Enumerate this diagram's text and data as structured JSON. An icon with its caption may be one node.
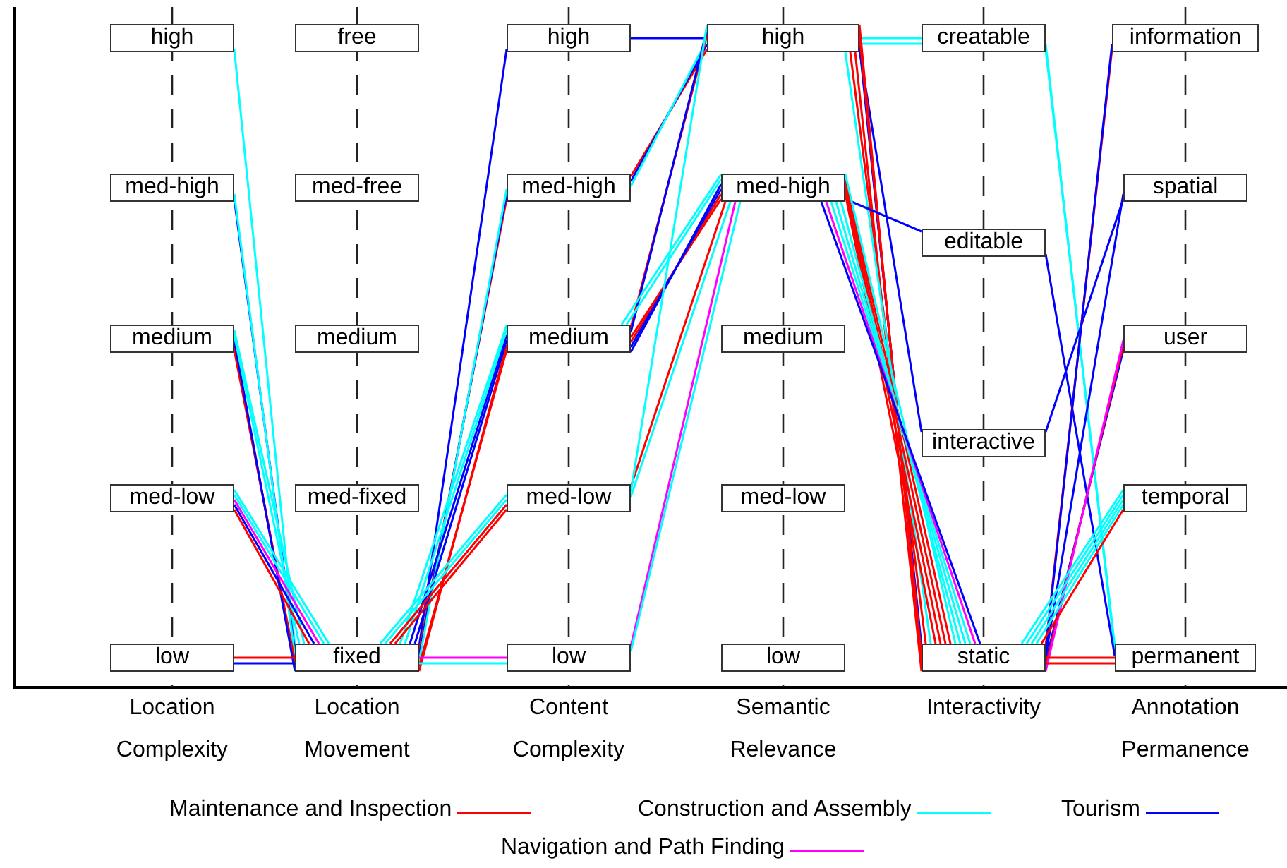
{
  "diagram": {
    "nodes": [
      {
        "text": [
          "high"
        ]
      },
      {
        "text": [
          "med-high"
        ]
      },
      {
        "text": [
          "medium"
        ]
      },
      {
        "text": [
          "med-low"
        ]
      },
      {
        "text": [
          "low"
        ]
      },
      {
        "text": [
          "free"
        ]
      },
      {
        "text": [
          "med-free"
        ]
      },
      {
        "text": [
          "medium"
        ]
      },
      {
        "text": [
          "med-fixed"
        ]
      },
      {
        "text": [
          "fixed"
        ]
      },
      {
        "text": [
          "high"
        ]
      },
      {
        "text": [
          "med-high"
        ]
      },
      {
        "text": [
          "medium"
        ]
      },
      {
        "text": [
          "med-low"
        ]
      },
      {
        "text": [
          "low"
        ]
      },
      {
        "text": [
          "high"
        ]
      },
      {
        "text": [
          "med-high"
        ]
      },
      {
        "text": [
          "medium"
        ]
      },
      {
        "text": [
          "med-low"
        ]
      },
      {
        "text": [
          "low"
        ]
      },
      {
        "text": [
          "creatable"
        ]
      },
      {
        "text": [
          "editable"
        ]
      },
      {
        "text": [
          "interactive"
        ]
      },
      {
        "text": [
          "static"
        ]
      },
      {
        "text": [
          "information"
        ]
      },
      {
        "text": [
          "spatial"
        ]
      },
      {
        "text": [
          "user"
        ]
      },
      {
        "text": [
          "temporal"
        ]
      },
      {
        "text": [
          "permanent"
        ]
      }
    ],
    "edges": [
      {
        "from": 0,
        "to": 9,
        "arrow": "none",
        "color": "#00ffff"
      },
      {
        "from": 1,
        "to": 9,
        "arrow": "none",
        "color": "#0000ff"
      },
      {
        "from": 1,
        "to": 9,
        "arrow": "none",
        "color": "#00ffff"
      },
      {
        "from": 2,
        "to": 9,
        "arrow": "none",
        "color": "#ff0000"
      },
      {
        "from": 2,
        "to": 9,
        "arrow": "none",
        "color": "#ff0000"
      },
      {
        "from": 2,
        "to": 9,
        "arrow": "none",
        "color": "#0000ff"
      },
      {
        "from": 2,
        "to": 9,
        "arrow": "none",
        "color": "#00ffff"
      },
      {
        "from": 2,
        "to": 9,
        "arrow": "none",
        "color": "#00ffff"
      },
      {
        "from": 3,
        "to": 9,
        "arrow": "none",
        "color": "#ff0000"
      },
      {
        "from": 3,
        "to": 9,
        "arrow": "none",
        "color": "#0000ff"
      },
      {
        "from": 3,
        "to": 9,
        "arrow": "none",
        "color": "#ff00ff"
      },
      {
        "from": 3,
        "to": 9,
        "arrow": "none",
        "color": "#00ffff"
      },
      {
        "from": 3,
        "to": 9,
        "arrow": "none",
        "color": "#00ffff"
      },
      {
        "from": 4,
        "to": 9,
        "arrow": "none",
        "color": "#ff0000"
      },
      {
        "from": 4,
        "to": 9,
        "arrow": "none",
        "color": "#0000ff"
      },
      {
        "from": 9,
        "to": 10,
        "arrow": "none",
        "color": "#0000ff"
      },
      {
        "from": 9,
        "to": 11,
        "arrow": "none",
        "color": "#ff0000"
      },
      {
        "from": 9,
        "to": 11,
        "arrow": "none",
        "color": "#0000ff"
      },
      {
        "from": 9,
        "to": 11,
        "arrow": "none",
        "color": "#00ffff"
      },
      {
        "from": 9,
        "to": 12,
        "arrow": "none",
        "color": "#ff0000"
      },
      {
        "from": 9,
        "to": 12,
        "arrow": "none",
        "color": "#ff0000"
      },
      {
        "from": 9,
        "to": 12,
        "arrow": "none",
        "color": "#0000ff"
      },
      {
        "from": 9,
        "to": 12,
        "arrow": "none",
        "color": "#0000ff"
      },
      {
        "from": 9,
        "to": 12,
        "arrow": "none",
        "color": "#00ffff"
      },
      {
        "from": 9,
        "to": 12,
        "arrow": "none",
        "color": "#00ffff"
      },
      {
        "from": 9,
        "to": 13,
        "arrow": "none",
        "color": "#ff0000"
      },
      {
        "from": 9,
        "to": 13,
        "arrow": "none",
        "color": "#ff0000"
      },
      {
        "from": 9,
        "to": 13,
        "arrow": "none",
        "color": "#00ffff"
      },
      {
        "from": 9,
        "to": 13,
        "arrow": "none",
        "color": "#00ffff"
      },
      {
        "from": 9,
        "to": 14,
        "arrow": "none",
        "color": "#ff00ff"
      },
      {
        "from": 9,
        "to": 14,
        "arrow": "none",
        "color": "#00ffff"
      },
      {
        "from": 10,
        "to": 15,
        "arrow": "none",
        "color": "#0000ff"
      },
      {
        "from": 11,
        "to": 15,
        "arrow": "none",
        "color": "#ff0000"
      },
      {
        "from": 11,
        "to": 15,
        "arrow": "none",
        "color": "#0000ff"
      },
      {
        "from": 11,
        "to": 15,
        "arrow": "none",
        "color": "#00ffff"
      },
      {
        "from": 12,
        "to": 15,
        "arrow": "none",
        "color": "#ff0000"
      },
      {
        "from": 12,
        "to": 15,
        "arrow": "none",
        "color": "#0000ff"
      },
      {
        "from": 12,
        "to": 16,
        "arrow": "none",
        "color": "#ff0000"
      },
      {
        "from": 12,
        "to": 16,
        "arrow": "none",
        "color": "#ff0000"
      },
      {
        "from": 12,
        "to": 16,
        "arrow": "none",
        "color": "#0000ff"
      },
      {
        "from": 12,
        "to": 16,
        "arrow": "none",
        "color": "#0000ff"
      },
      {
        "from": 12,
        "to": 16,
        "arrow": "none",
        "color": "#00ffff"
      },
      {
        "from": 12,
        "to": 16,
        "arrow": "none",
        "color": "#00ffff"
      },
      {
        "from": 13,
        "to": 16,
        "arrow": "none",
        "color": "#ff0000"
      },
      {
        "from": 13,
        "to": 15,
        "arrow": "none",
        "color": "#00ffff"
      },
      {
        "from": 13,
        "to": 16,
        "arrow": "none",
        "color": "#00ffff"
      },
      {
        "from": 14,
        "to": 16,
        "arrow": "none",
        "color": "#ff00ff"
      },
      {
        "from": 14,
        "to": 16,
        "arrow": "none",
        "color": "#00ffff"
      },
      {
        "from": 15,
        "to": 20,
        "arrow": "none",
        "color": "#00ffff"
      },
      {
        "from": 15,
        "to": 20,
        "arrow": "none",
        "color": "#00ffff"
      },
      {
        "from": 15,
        "to": 22,
        "arrow": "none",
        "color": "#0000ff"
      },
      {
        "from": 15,
        "to": 23,
        "arrow": "none",
        "color": "#0000ff"
      },
      {
        "from": 15,
        "to": 23,
        "arrow": "none",
        "color": "#0000ff"
      },
      {
        "from": 15,
        "to": 23,
        "arrow": "none",
        "color": "#ff0000"
      },
      {
        "from": 15,
        "to": 23,
        "arrow": "none",
        "color": "#ff0000"
      },
      {
        "from": 15,
        "to": 23,
        "arrow": "none",
        "color": "#ff0000"
      },
      {
        "from": 15,
        "to": 23,
        "arrow": "none",
        "color": "#ff0000"
      },
      {
        "from": 15,
        "to": 23,
        "arrow": "none",
        "color": "#ff0000"
      },
      {
        "from": 15,
        "to": 23,
        "arrow": "none",
        "color": "#00ffff"
      },
      {
        "from": 16,
        "to": 21,
        "arrow": "none",
        "color": "#0000ff"
      },
      {
        "from": 16,
        "to": 23,
        "arrow": "none",
        "color": "#ff0000"
      },
      {
        "from": 16,
        "to": 23,
        "arrow": "none",
        "color": "#ff0000"
      },
      {
        "from": 16,
        "to": 23,
        "arrow": "none",
        "color": "#ff0000"
      },
      {
        "from": 16,
        "to": 23,
        "arrow": "none",
        "color": "#ff0000"
      },
      {
        "from": 16,
        "to": 23,
        "arrow": "none",
        "color": "#00ffff"
      },
      {
        "from": 16,
        "to": 23,
        "arrow": "none",
        "color": "#00ffff"
      },
      {
        "from": 16,
        "to": 23,
        "arrow": "none",
        "color": "#00ffff"
      },
      {
        "from": 16,
        "to": 23,
        "arrow": "none",
        "color": "#00ffff"
      },
      {
        "from": 16,
        "to": 23,
        "arrow": "none",
        "color": "#ff00ff"
      },
      {
        "from": 16,
        "to": 23,
        "arrow": "none",
        "color": "#0000ff"
      },
      {
        "from": 20,
        "to": 28,
        "arrow": "none",
        "color": "#00ffff"
      },
      {
        "from": 20,
        "to": 28,
        "arrow": "none",
        "color": "#00ffff"
      },
      {
        "from": 21,
        "to": 28,
        "arrow": "none",
        "color": "#0000ff"
      },
      {
        "from": 22,
        "to": 25,
        "arrow": "none",
        "color": "#0000ff"
      },
      {
        "from": 23,
        "to": 24,
        "arrow": "none",
        "color": "#ff0000"
      },
      {
        "from": 23,
        "to": 24,
        "arrow": "none",
        "color": "#0000ff"
      },
      {
        "from": 23,
        "to": 25,
        "arrow": "none",
        "color": "#0000ff"
      },
      {
        "from": 23,
        "to": 26,
        "arrow": "none",
        "color": "#0000ff"
      },
      {
        "from": 23,
        "to": 26,
        "arrow": "none",
        "color": "#ff0000"
      },
      {
        "from": 23,
        "to": 26,
        "arrow": "none",
        "color": "#ff00ff"
      },
      {
        "from": 23,
        "to": 27,
        "arrow": "none",
        "color": "#ff0000"
      },
      {
        "from": 23,
        "to": 27,
        "arrow": "none",
        "color": "#00ffff"
      },
      {
        "from": 23,
        "to": 27,
        "arrow": "none",
        "color": "#00ffff"
      },
      {
        "from": 23,
        "to": 27,
        "arrow": "none",
        "color": "#00ffff"
      },
      {
        "from": 23,
        "to": 27,
        "arrow": "none",
        "color": "#00ffff"
      },
      {
        "from": 23,
        "to": 28,
        "arrow": "none",
        "color": "#ff0000"
      },
      {
        "from": 23,
        "to": 28,
        "arrow": "none",
        "color": "#ff0000"
      }
    ],
    "labels": [
      "Location Complexity",
      "Location Movement",
      "Content Complexity",
      "Semantic Relevance",
      "Interactivity",
      "Annotation Permanence"
    ],
    "legend": [
      {
        "text": "Maintenance and Inspection",
        "color": "#ff0000"
      },
      {
        "text": "Construction and Assembly",
        "color": "#00ffff"
      },
      {
        "text": "Tourism",
        "color": "#0000ff"
      },
      {
        "text": "Navigation and Path Finding",
        "color": "#ff00ff"
      }
    ]
  }
}
